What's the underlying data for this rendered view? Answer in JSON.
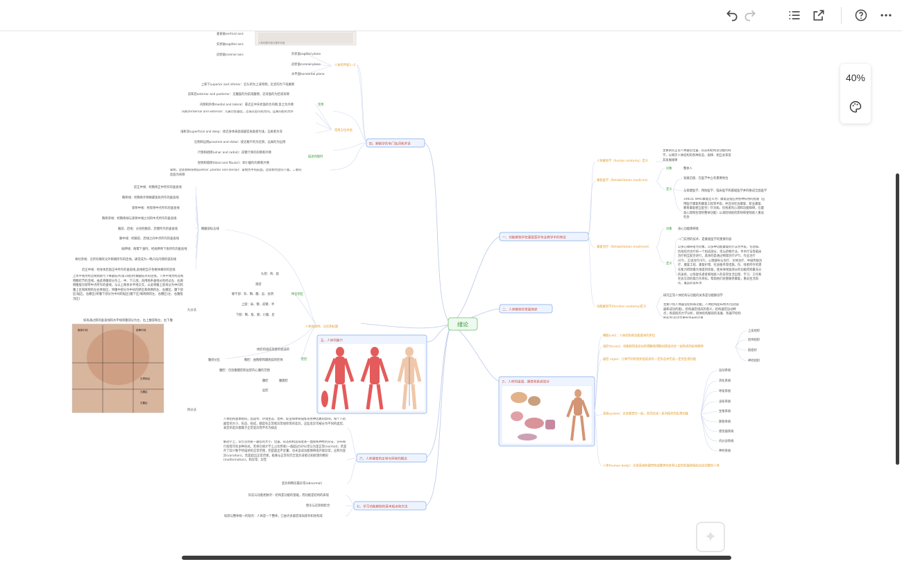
{
  "toolbar": {
    "undo": "undo-icon",
    "redo": "redo-icon",
    "outline": "outline-list-icon",
    "export": "share-export-icon",
    "help": "help-icon",
    "more": "more-icon"
  },
  "zoom": {
    "level": "40%"
  },
  "map": {
    "center": "绪论",
    "right_nodes": {
      "n1": "一、功能解剖学在康复医学专业教学中的地位",
      "n2": "二、人体解剖学发展简史",
      "n3": "三、人体的组成、器官和系统划分"
    },
    "left_nodes": {
      "n4": "四、解剖学的专门名词和术语",
      "n5": "五、人体的腧穴",
      "n6": "六、人体器官的正常与异常的概念",
      "n7": "七、学习功能解剖的基本观点和方法"
    },
    "n1": {
      "anatomy_label": "人体解剖学（human anatomy）定义",
      "anatomy_def": "主要研究正常人体器官位置、形态和结构及功能的科学，以揭示人体结构的各种形态、规律、相互关系及其发展规律",
      "rehab_label": "康复医学（Rehabilitation medicine）",
      "rehab_object_k": "对象",
      "rehab_object_v": "整体人",
      "rehab_def_k": "定义",
      "rehab_def1": "发展迅速、在医学中占有重要地位",
      "rehab_def2": "与保健医学、预防医学、临床医学和基础医学并四维成全面医学",
      "rehab_def3": "1981年 WHO康复定义为：康复是指应用各种有用的措施（应用医疗康复和康复工程等手段，并且同社会康复、职业康复、教育康复相互配合）针对病、伤残者的心理和功能障碍，在最高心理和生理的整体功能）以减轻残疾的影响和使残疾人重返社会",
      "therapy_label": "康复治疗（Rehabilitation treatment）",
      "therapy_object_k": "对象",
      "therapy_object_v": "身心功能障碍者",
      "therapy_def_k": "定义",
      "therapy_def1": "一门实用的技术、是康复医学的重要内容",
      "therapy_def2": "以身心障碍者为对象，以多种功能康复的疗法为手段，包括病、伤残综合治疗的一个组成部分，常与药物疗法、手术疗法等临床治疗相互配合进行，具体的是通过物理治疗(PT)、作业治疗(OT)、言语治疗(ST)、心理辅导与治疗、文体治疗、中国传统治疗、康复工程、康复护理、社会服务等措施，伤、残者所存的潜在能力得到最大限度的恢复，使身体残留部分的功能得到最充分的发挥，以恢复伤者者和残疾人的日常生活自理、学习、工作和社会交流的能力为目标，帮助他们获重做参康复，重返生活岗位，重返社会生活",
      "functional_label": "功能解剖学(function anatomy)定义",
      "functional_def1": "研究正常人体结构与功能的关系是功能解剖学",
      "functional_def2": "主要介绍人体器官结构和功能，人体结构配布特点(包括容器和成功的能)，结构器官组成的意义，结构器官运动特点，各部肌的力学分析，肢体结构解剖的发展、各器学结构配布等)形成学康复学中的应用"
    },
    "n3": {
      "cell": "细胞(cell)：人体结构和功能基本的单位",
      "tissue": "组织(tissue)：功能相同或近似的细胞和细胞间质组合在一起构成的结构群体",
      "tissue_types": [
        "上皮组织",
        "结缔组织",
        "肌组织",
        "神经组织"
      ],
      "organ": "器官 organ：几种不同的组织组成具有一定形态并完成一定的生理功能",
      "system": "系统system：许多器官在一起，共同完成一系列相关的生理功能",
      "systems": [
        "运动系统",
        "消化系统",
        "呼吸系统",
        "泌尿系统",
        "生殖系统",
        "脉管系统",
        "感觉器系统",
        "内分泌系统",
        "神经系统"
      ],
      "body": "人体(human body)：全部系统和器官构成整体的多种上定的机能和相结合成完整的人体"
    },
    "n4": {
      "axis_vertical": "垂直轴vertical axis",
      "axis_sagittal": "矢状轴sagittal axis",
      "axis_coronal": "冠状轴coronal axis",
      "photo_caption": "人体的基本轴与基本切面",
      "planes_label": "人体的平面1~2",
      "plane_sagittal": "矢状面sagittal plane",
      "plane_coronal": "冠状面coronal plane",
      "plane_horizontal": "水平面horizontal plane",
      "rel_label": "常用方位术语",
      "rel_basic": "常用",
      "rel_limb": "描述四肢时",
      "rel_superior": "上和下superior and inferior：近头的为上或颅侧，近足的为下或尾侧",
      "rel_anterior": "前和后anterior and posterior：近腹面的为前或腹侧，近背面的为后或背侧",
      "rel_medial": "内侧和外侧medial and lateral：靠近正中矢状面的为内侧,反之为外侧",
      "rel_internal": "内和外internal and external：凡属空腔器官，近或在腔内的为内，远离内腔的为外",
      "rel_superficial": "浅和深superficial and deep：接近身体表面或器官表面者为浅，远离者为深",
      "rel_proximal": "近侧和远侧proximal and distal：接近躯干的为近侧，远离的为远侧",
      "rel_ulnar": "尺侧和桡侧(ulnar and radial)：前臂尺骨的内侧和外侧",
      "rel_tibial": "胫侧和腓侧(tibial and fibular)：即小腿的内侧和外侧",
      "rel_palmar": "掌侧、足底侧和背侧(palmar ,plantar and dorsal)：掌侧为手的前面，足底侧为足的下面，二者的反面为背侧"
    },
    "n5": {
      "lines_label": "胸腹部标志线",
      "lines": [
        "前正中线：经胸骨正中所作的垂直线",
        "胸骨线：经胸骨外侧缘最宽处所作的垂直线",
        "锁骨中线：经锁骨中点所作的垂直线",
        "胸骨旁线：经胸骨线与锁骨中线之间的中点所作的垂直线",
        "腋前、后线：分别经腋前、后襞所作的垂直线",
        "腋中线：经腋前、后线之间中点所作的垂直线",
        "肩胛线：两臂下垂时，经肩胛骨下角所作的垂直线",
        "脊柱旁线：沿所有横突尖外侧端所作的连线，通常成为一略凸向内侧的弧形线",
        "后正中线：经身体后面正中所作的垂直线,此线相当于各椎体棘突的连线"
      ],
      "regions_label": "腹部分区",
      "nine_label": "九分法",
      "nine_def": "上水平线为经过两侧肋弓下缘最低点(第10肋)所做最低点的连线，下水平线为经过两侧髂结节的连线，由此将腹部分为上、中、下三部。再用两条垂线分别经过左、右两侧腹股沟韧带中点所作的垂线，与以上两条水平线交叉，以此将腹上部再分为中间的腹上区和两侧的左右季肋区，将腹中部分为中间的脐区和两侧的左、右腰区，腹下部区(耻区，右髂区)将腹下部分为中间的耻区(腹下区)和两侧的左、右髂区(左、右腹股沟区)",
      "four_label": "四分法",
      "four_def": "如再通过脐的垂直线和水平线将腹部分为左、右上腹部和左、右下腹",
      "photo_labels": [
        "腋前中线",
        "锁骨中线",
        "左季肋区",
        "左腰区",
        "左髂区"
      ],
      "body_parts_label": "人体的比例、分区和标题",
      "body_sub": "体位划区",
      "head": "头部：颅、面",
      "neck": "颈部",
      "trunk": "躯干部：背、胸、腹、盆、会阴",
      "upper": "上肢：肩、臂、前臂、手",
      "lower": "下肢：臀、股、膝、小腿、足",
      "cavity_label": "腔腔",
      "cavity1": "体腔的组成及壁的组成的",
      "cavity2": "胸腔：由胸壁和膈围成的腔体",
      "cavity3": "腹腔：包括腹膜腔和盆腔的心腹的范围",
      "cavity4": "腹腔",
      "cavity5": "盆腔",
      "cavity6": "腹膜腔",
      "acupoint_caption": "五、人体的腧穴"
    },
    "n6": {
      "intro": "人体结构基本相同，因遗传、环境生态、营养、职业和体育锻炼等各种因素的影响，每个人的器官的大小、形态、组成，都是有正常和异常组织等的差异，这些差异可被分为不同的类型，表型的差异都属于正常变异而不作为病态",
      "normal": "解剖学上，常可见到某一器官的大小、位置、形态和构造或者某一血管和神经的分支、分布和行程等可有多种形式，若将在统计学上占优势者(一般超过50%)可认为是正常(normal)；若是存了较少数学所描述的正常范围，但是超出不足量，也未造成功能障碍或外观异常，这称为变异(variation)，若是超出正常范围，极难与正常有完全变异或者已知损害的畸形(malformation)，和异常、异型",
      "abnormal": "变异和畸形属异常(abnormal)"
    },
    "n7": {
      "v1": "形态与功能相依存：结构是功能的基础，而功能是结构的表现",
      "v2": "理论与实际相结合",
      "v3": "局部与整体统一的观点：人体是一个整体，它由许多器官或局部有机地构成"
    }
  }
}
